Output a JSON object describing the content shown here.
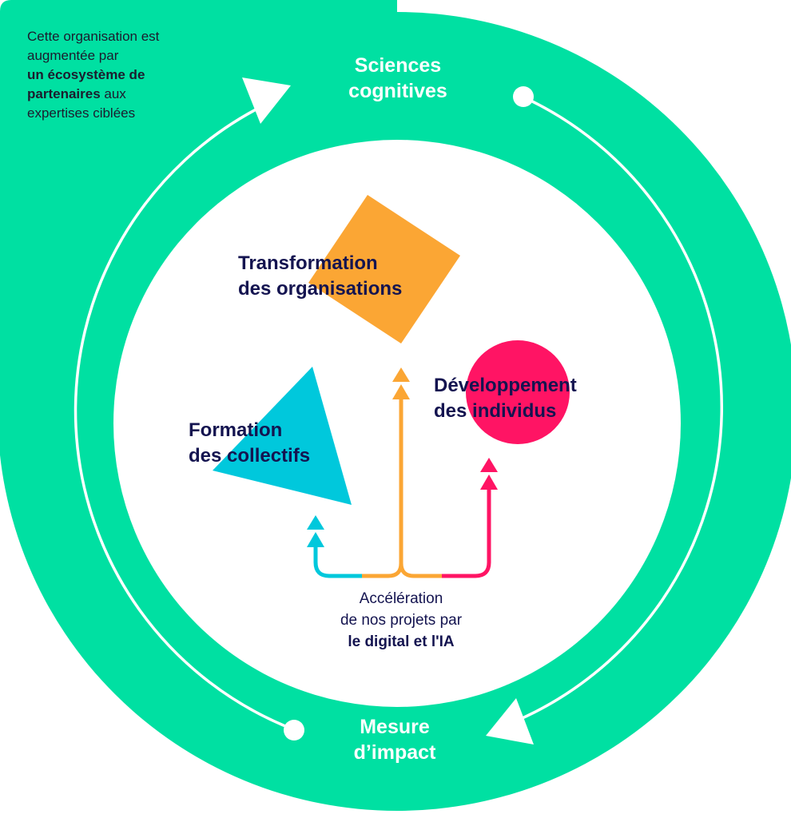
{
  "colors": {
    "ring_green": "#00E0A2",
    "white": "#FFFFFF",
    "navy": "#141450",
    "orange": "#FBA634",
    "pink": "#FF1464",
    "cyan": "#00C8DC",
    "intro_text": "#1C1C2E"
  },
  "intro": {
    "line1": "Cette organisation est",
    "line2": "augmentée par",
    "bold_part1": "un écosystème de",
    "bold_part2": "partenaires",
    "line_rest": " aux",
    "line_last": "expertises ciblées"
  },
  "cycle_nodes": {
    "top": {
      "line1": "Sciences",
      "line2": "cognitives"
    },
    "bottom": {
      "line1": "Mesure",
      "line2": "d’impact"
    }
  },
  "pillars": {
    "organisations": {
      "line1": "Transformation",
      "line2": "des organisations",
      "shape": "square",
      "color": "#FBA634"
    },
    "individus": {
      "line1": "Développement",
      "line2": "des individus",
      "shape": "circle",
      "color": "#FF1464"
    },
    "collectifs": {
      "line1": "Formation",
      "line2": "des collectifs",
      "shape": "triangle",
      "color": "#00C8DC"
    }
  },
  "acceleration": {
    "line1": "Accélération",
    "line2": "de nos projets par",
    "bold_line": "le digital et l'IA"
  },
  "icons": {
    "cycle_arrow_top": "arrow-head-icon",
    "cycle_arrow_bottom": "arrow-head-icon",
    "cycle_dot_top": "dot-icon",
    "cycle_dot_bottom": "dot-icon"
  }
}
